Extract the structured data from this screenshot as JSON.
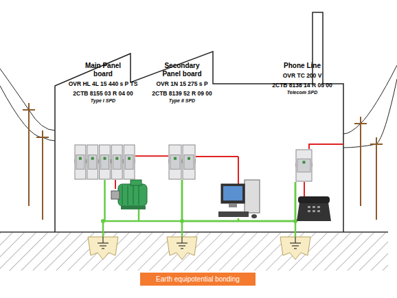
{
  "diagram": {
    "nodes": [
      {
        "text": [
          "Main Panel board",
          "OVR HL 4L 15 440 s P TS",
          "2CTB 8155 03 R 04 00",
          "Type I SPD"
        ]
      },
      {
        "text": [
          "Secondary Panel board",
          "OVR 1N 15 275 s P",
          "2CTB 8139 52 R 09 00",
          "Type II SPD"
        ]
      },
      {
        "text": [
          "Phone Line",
          "OVR TC 200 V",
          "2CTB 8138 14 R 05 00",
          "Telecom SPD"
        ]
      }
    ],
    "edges": [
      {
        "from": 0,
        "to": 1,
        "arrow": "none"
      },
      {
        "from": 0,
        "to": 1,
        "arrow": "none"
      },
      {
        "from": 1,
        "to": 2,
        "arrow": "none"
      }
    ],
    "labels": [
      "Earth equipotential bonding"
    ]
  }
}
